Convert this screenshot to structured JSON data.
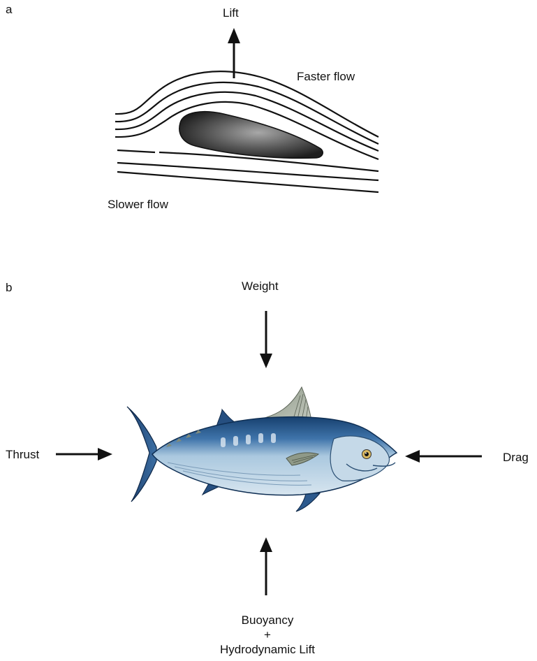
{
  "panel_a": {
    "letter": "a",
    "lift_label": "Lift",
    "faster_label": "Faster flow",
    "slower_label": "Slower flow"
  },
  "panel_b": {
    "letter": "b",
    "weight_label": "Weight",
    "thrust_label": "Thrust",
    "drag_label": "Drag",
    "buoyancy_label": "Buoyancy",
    "plus_label": "+",
    "hydro_label": "Hydrodynamic Lift"
  },
  "colors": {
    "ink": "#111111",
    "airfoil_dark": "#2a2a2a",
    "airfoil_light": "#9a9a9a",
    "fish_back": "#1f4f86",
    "fish_belly": "#c9dcea",
    "fish_fin": "#9fa79a"
  }
}
